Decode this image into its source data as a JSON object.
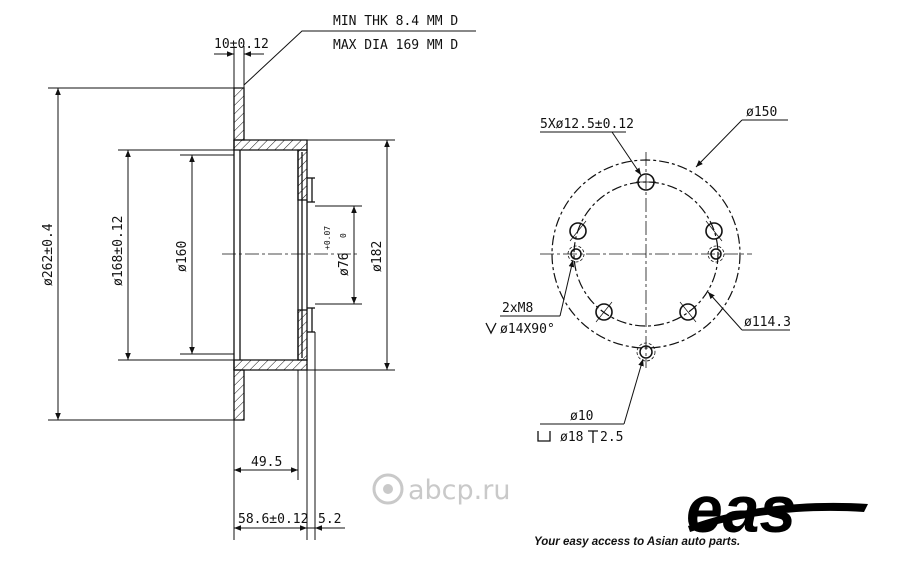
{
  "notes": {
    "min_thk": "MIN THK 8.4 MM D",
    "max_dia": "MAX DIA 169 MM D"
  },
  "side_view": {
    "thickness": "10±0.12",
    "dia_outer": "ø262±0.4",
    "dia_168": "ø168±0.12",
    "dia_160": "ø160",
    "dia_center": "ø76",
    "tol_upper": "+0.07",
    "tol_lower": "0",
    "dia_182": "ø182",
    "depth_49": "49.5",
    "height_58": "58.6±0.12",
    "offset_5": "5.2"
  },
  "front_view": {
    "bolt_holes": "5Xø12.5±0.12",
    "dia_150": "ø150",
    "thread": "2xM8",
    "countersink": "ø14X90°",
    "pcd": "ø114.3",
    "pin_dia": "ø10",
    "counterbore": "ø18",
    "depth": "2.5"
  },
  "watermark": {
    "text": "abcp.ru"
  },
  "brand": {
    "logo": "eas",
    "slogan": "Your easy access to Asian auto parts."
  }
}
